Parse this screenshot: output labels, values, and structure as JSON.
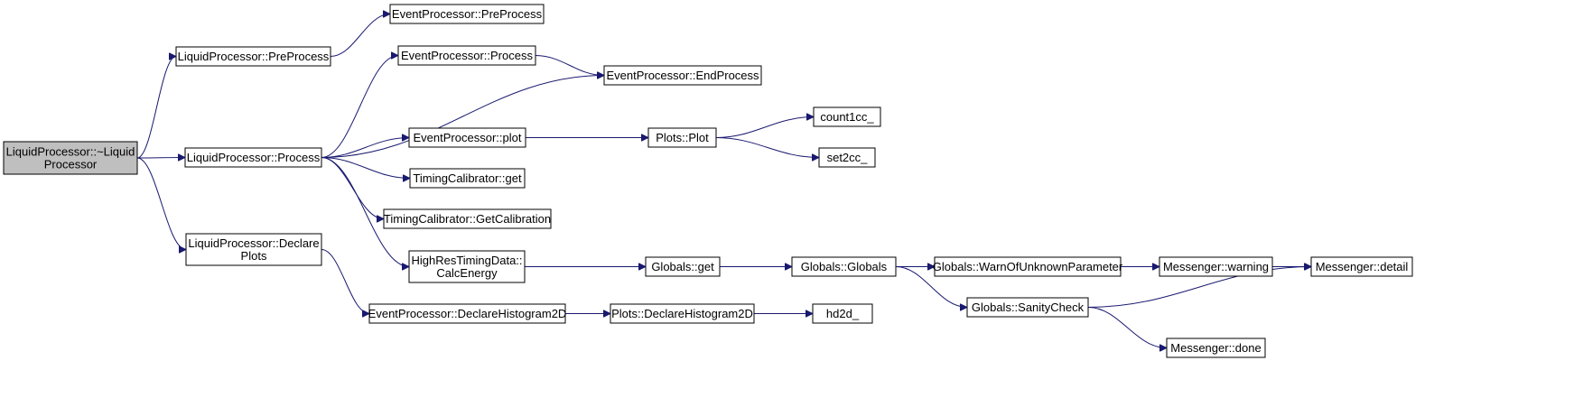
{
  "colors": {
    "edge": "#191970",
    "root_fill": "#bfbfbf",
    "node_fill": "#ffffff",
    "border": "#000000"
  },
  "nodes": {
    "root": [
      "LiquidProcessor::~Liquid",
      "Processor"
    ],
    "lp_preprocess": [
      "LiquidProcessor::PreProcess"
    ],
    "lp_process": [
      "LiquidProcessor::Process"
    ],
    "lp_declareplots": [
      "LiquidProcessor::Declare",
      "Plots"
    ],
    "ep_preprocess": [
      "EventProcessor::PreProcess"
    ],
    "ep_process": [
      "EventProcessor::Process"
    ],
    "ep_endprocess": [
      "EventProcessor::EndProcess"
    ],
    "ep_plot": [
      "EventProcessor::plot"
    ],
    "tc_get": [
      "TimingCalibrator::get"
    ],
    "tc_getcalib": [
      "TimingCalibrator::GetCalibration"
    ],
    "hrtd_calc": [
      "HighResTimingData::",
      "CalcEnergy"
    ],
    "ep_declarehist": [
      "EventProcessor::DeclareHistogram2D"
    ],
    "plots_plot": [
      "Plots::Plot"
    ],
    "count1cc": [
      "count1cc_"
    ],
    "set2cc": [
      "set2cc_"
    ],
    "globals_get": [
      "Globals::get"
    ],
    "globals_globals": [
      "Globals::Globals"
    ],
    "globals_warn": [
      "Globals::WarnOfUnknownParameter"
    ],
    "globals_sanity": [
      "Globals::SanityCheck"
    ],
    "msg_warning": [
      "Messenger::warning"
    ],
    "msg_detail": [
      "Messenger::detail"
    ],
    "msg_done": [
      "Messenger::done"
    ],
    "plots_declarehist": [
      "Plots::DeclareHistogram2D"
    ],
    "hd2d": [
      "hd2d_"
    ]
  },
  "edges": [
    [
      "root",
      "lp_preprocess"
    ],
    [
      "root",
      "lp_process"
    ],
    [
      "root",
      "lp_declareplots"
    ],
    [
      "lp_preprocess",
      "ep_preprocess"
    ],
    [
      "lp_process",
      "ep_process"
    ],
    [
      "lp_process",
      "ep_endprocess"
    ],
    [
      "lp_process",
      "ep_plot"
    ],
    [
      "lp_process",
      "tc_get"
    ],
    [
      "lp_process",
      "tc_getcalib"
    ],
    [
      "lp_process",
      "hrtd_calc"
    ],
    [
      "lp_declareplots",
      "ep_declarehist"
    ],
    [
      "ep_process",
      "ep_endprocess"
    ],
    [
      "ep_plot",
      "plots_plot"
    ],
    [
      "plots_plot",
      "count1cc"
    ],
    [
      "plots_plot",
      "set2cc"
    ],
    [
      "hrtd_calc",
      "globals_get"
    ],
    [
      "globals_get",
      "globals_globals"
    ],
    [
      "globals_globals",
      "msg_detail"
    ],
    [
      "globals_globals",
      "globals_warn"
    ],
    [
      "globals_globals",
      "globals_sanity"
    ],
    [
      "globals_warn",
      "msg_warning"
    ],
    [
      "msg_warning",
      "msg_detail"
    ],
    [
      "globals_sanity",
      "msg_detail"
    ],
    [
      "globals_sanity",
      "msg_done"
    ],
    [
      "ep_declarehist",
      "plots_declarehist"
    ],
    [
      "plots_declarehist",
      "hd2d"
    ]
  ]
}
